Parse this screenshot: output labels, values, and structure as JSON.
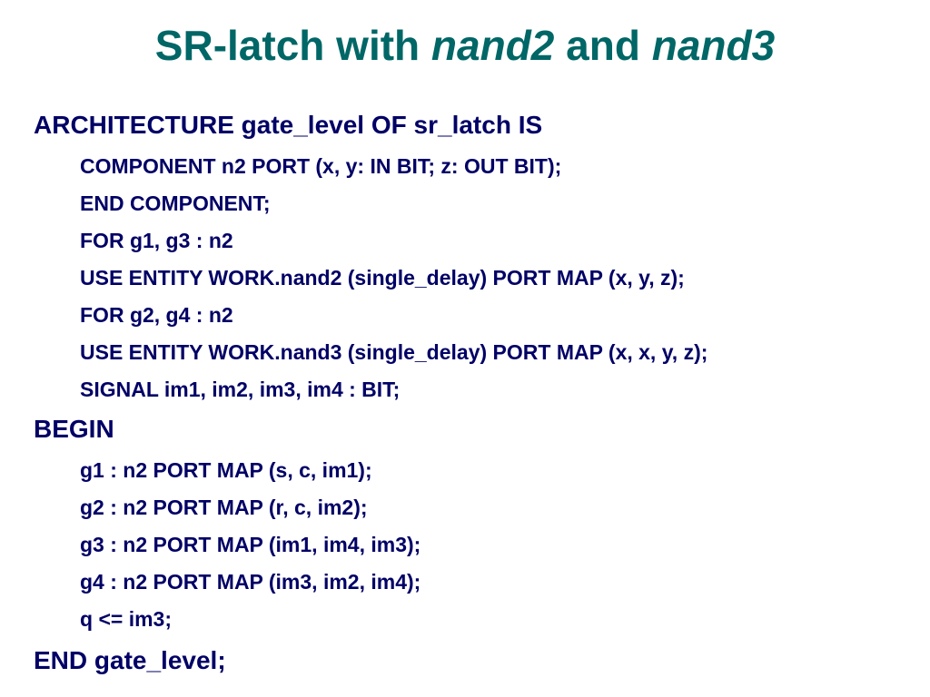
{
  "title": {
    "part1": "SR-latch with ",
    "part2": "nand2",
    "part3": " and ",
    "part4": "nand3"
  },
  "code": {
    "architecture": "ARCHITECTURE gate_level OF sr_latch IS",
    "decl": [
      "COMPONENT n2 PORT (x, y: IN BIT; z: OUT BIT);",
      "END COMPONENT;",
      "FOR g1, g3 : n2",
      "USE ENTITY WORK.nand2 (single_delay) PORT MAP (x, y, z);",
      "FOR g2, g4 : n2",
      "USE ENTITY WORK.nand3 (single_delay) PORT MAP (x, x, y, z);",
      "SIGNAL im1, im2, im3, im4 : BIT;"
    ],
    "begin": "BEGIN",
    "stmts": [
      "g1 : n2 PORT MAP (s, c, im1);",
      "g2 : n2 PORT MAP (r, c, im2);",
      "g3 : n2 PORT MAP (im1, im4, im3);",
      "g4 : n2 PORT MAP (im3, im2, im4);",
      "q <= im3;"
    ],
    "end": "END gate_level;"
  }
}
